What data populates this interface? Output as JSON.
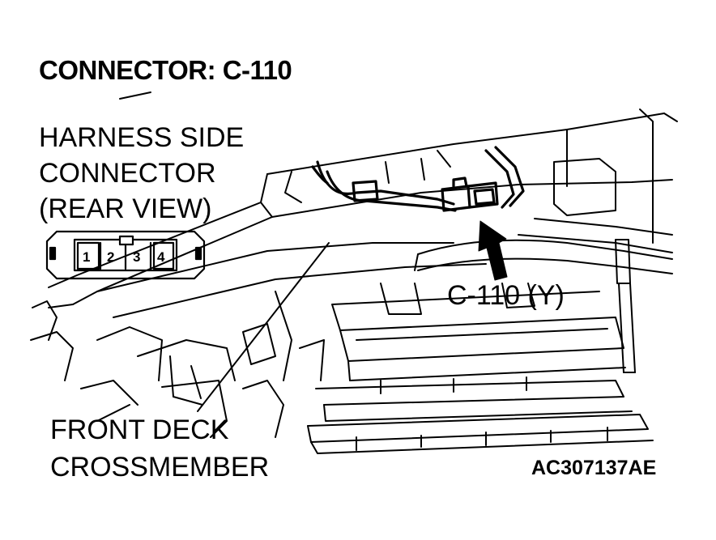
{
  "title": "CONNECTOR: C-110",
  "harness_label": "HARNESS SIDE\nCONNECTOR\n(REAR VIEW)",
  "connector": {
    "pins": [
      "1",
      "2",
      "3",
      "4"
    ]
  },
  "callout_label": "C-110 (Y)",
  "crossmember_label": "FRONT DECK\nCROSSMEMBER",
  "figure_code": "AC307137AE"
}
